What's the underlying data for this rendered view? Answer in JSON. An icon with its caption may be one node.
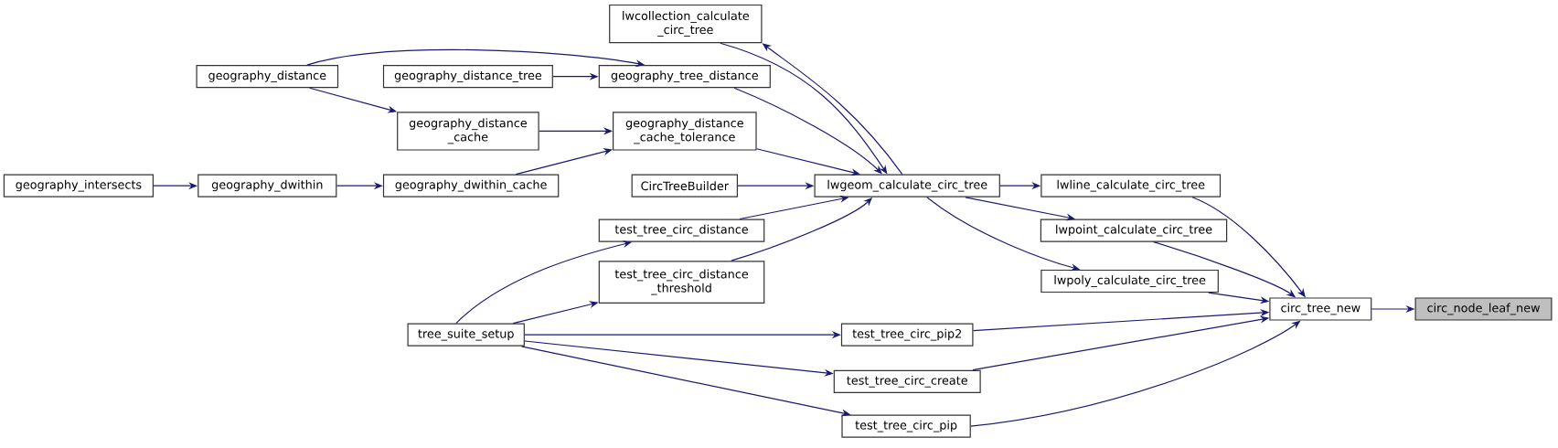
{
  "diagram": {
    "nodes": [
      {
        "text": [
          "circ_node_leaf_new"
        ]
      },
      {
        "text": [
          "circ_tree_new"
        ]
      },
      {
        "text": [
          "lwline_calculate_circ_tree"
        ]
      },
      {
        "text": [
          "lwpoint_calculate_circ_tree"
        ]
      },
      {
        "text": [
          "lwpoly_calculate_circ_tree"
        ]
      },
      {
        "text": [
          "test_tree_circ_pip2"
        ]
      },
      {
        "text": [
          "test_tree_circ_create"
        ]
      },
      {
        "text": [
          "test_tree_circ_pip"
        ]
      },
      {
        "text": [
          "lwgeom_calculate_circ_tree"
        ]
      },
      {
        "text": [
          "lwcollection_calculate _circ_tree"
        ]
      },
      {
        "text": [
          "geography_tree_distance"
        ]
      },
      {
        "text": [
          "geography_distance _cache_tolerance"
        ]
      },
      {
        "text": [
          "CircTreeBuilder"
        ]
      },
      {
        "text": [
          "test_tree_circ_distance"
        ]
      },
      {
        "text": [
          "test_tree_circ_distance _threshold"
        ]
      },
      {
        "text": [
          "geography_distance_tree"
        ]
      },
      {
        "text": [
          "geography_distance"
        ]
      },
      {
        "text": [
          "geography_distance _cache"
        ]
      },
      {
        "text": [
          "geography_dwithin_cache"
        ]
      },
      {
        "text": [
          "geography_dwithin"
        ]
      },
      {
        "text": [
          "geography_intersects"
        ]
      },
      {
        "text": [
          "tree_suite_setup"
        ]
      }
    ],
    "edges": [
      {
        "from": 1,
        "to": 0,
        "arrow": "to"
      },
      {
        "from": 2,
        "to": 1,
        "arrow": "to"
      },
      {
        "from": 3,
        "to": 1,
        "arrow": "to"
      },
      {
        "from": 4,
        "to": 1,
        "arrow": "to"
      },
      {
        "from": 5,
        "to": 1,
        "arrow": "to"
      },
      {
        "from": 6,
        "to": 1,
        "arrow": "to"
      },
      {
        "from": 7,
        "to": 1,
        "arrow": "to"
      },
      {
        "from": 8,
        "to": 2,
        "arrow": "to"
      },
      {
        "from": 8,
        "to": 3,
        "arrow": "to"
      },
      {
        "from": 8,
        "to": 4,
        "arrow": "to"
      },
      {
        "from": 8,
        "to": 9,
        "arrow": "to"
      },
      {
        "from": 9,
        "to": 8,
        "arrow": "to"
      },
      {
        "from": 10,
        "to": 8,
        "arrow": "to"
      },
      {
        "from": 11,
        "to": 8,
        "arrow": "to"
      },
      {
        "from": 12,
        "to": 8,
        "arrow": "to"
      },
      {
        "from": 13,
        "to": 8,
        "arrow": "to"
      },
      {
        "from": 14,
        "to": 8,
        "arrow": "to"
      },
      {
        "from": 15,
        "to": 10,
        "arrow": "to"
      },
      {
        "from": 16,
        "to": 10,
        "arrow": "to"
      },
      {
        "from": 16,
        "to": 17,
        "arrow": "to"
      },
      {
        "from": 17,
        "to": 11,
        "arrow": "to"
      },
      {
        "from": 18,
        "to": 11,
        "arrow": "to"
      },
      {
        "from": 19,
        "to": 18,
        "arrow": "to"
      },
      {
        "from": 20,
        "to": 19,
        "arrow": "to"
      },
      {
        "from": 21,
        "to": 13,
        "arrow": "to"
      },
      {
        "from": 21,
        "to": 14,
        "arrow": "to"
      },
      {
        "from": 21,
        "to": 5,
        "arrow": "to"
      },
      {
        "from": 21,
        "to": 6,
        "arrow": "to"
      },
      {
        "from": 21,
        "to": 7,
        "arrow": "to"
      }
    ]
  }
}
